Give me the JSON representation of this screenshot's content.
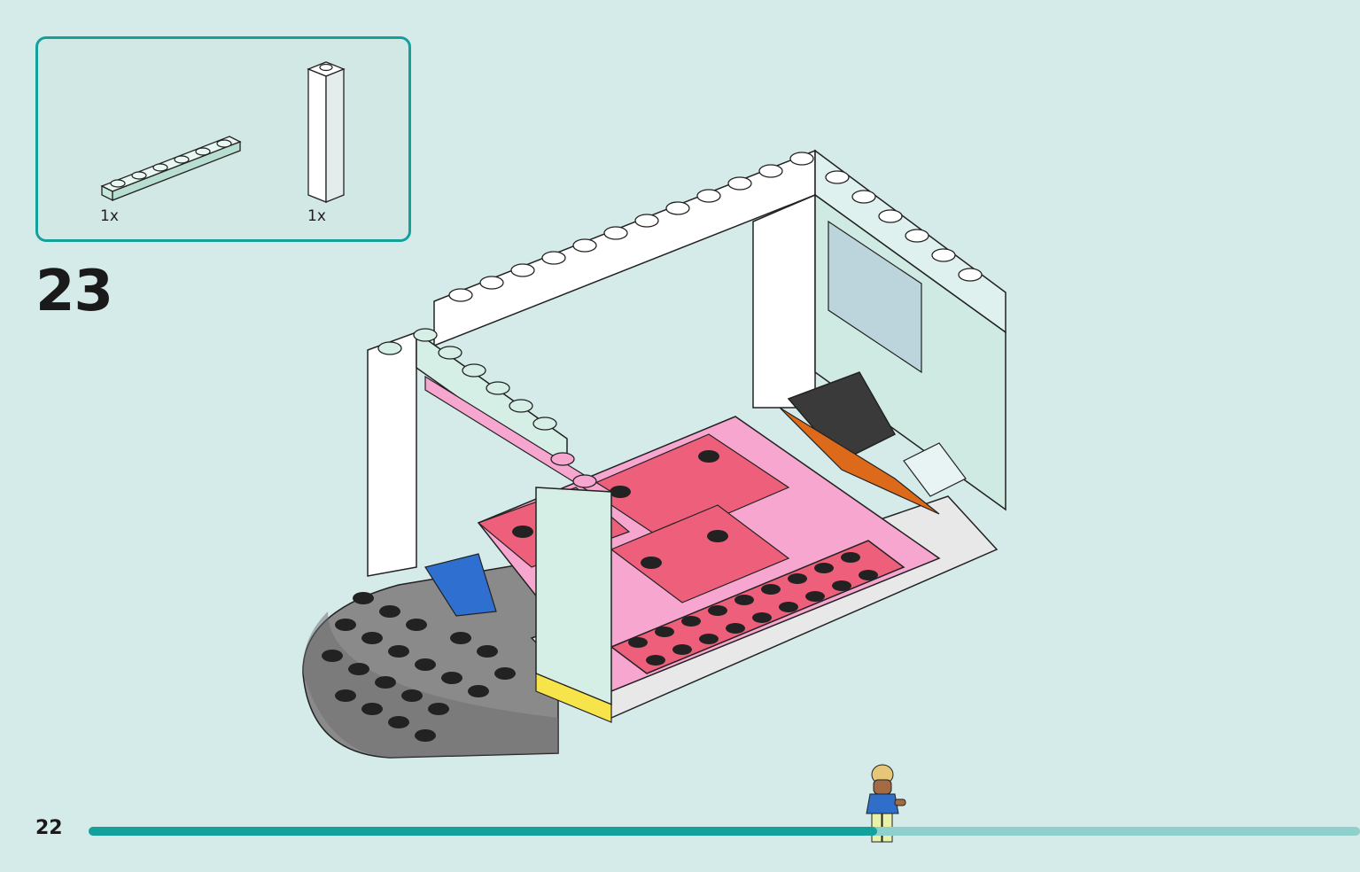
{
  "parts": [
    {
      "qty": "1x",
      "icon": "plate-1x6-light-aqua-icon",
      "color": "#d6efe6"
    },
    {
      "qty": "1x",
      "icon": "brick-1x1x6-white-icon",
      "color": "#ffffff"
    }
  ],
  "step": {
    "number": "23"
  },
  "page": {
    "number": "22"
  },
  "progress": {
    "fraction": 0.62
  },
  "colors": {
    "accent": "#14a19c",
    "background": "#d5ebe9",
    "pink": "#f7a6cf",
    "coral": "#ee5f7b",
    "baseplate": "#7d7d7d",
    "orange": "#dd6a1a"
  }
}
